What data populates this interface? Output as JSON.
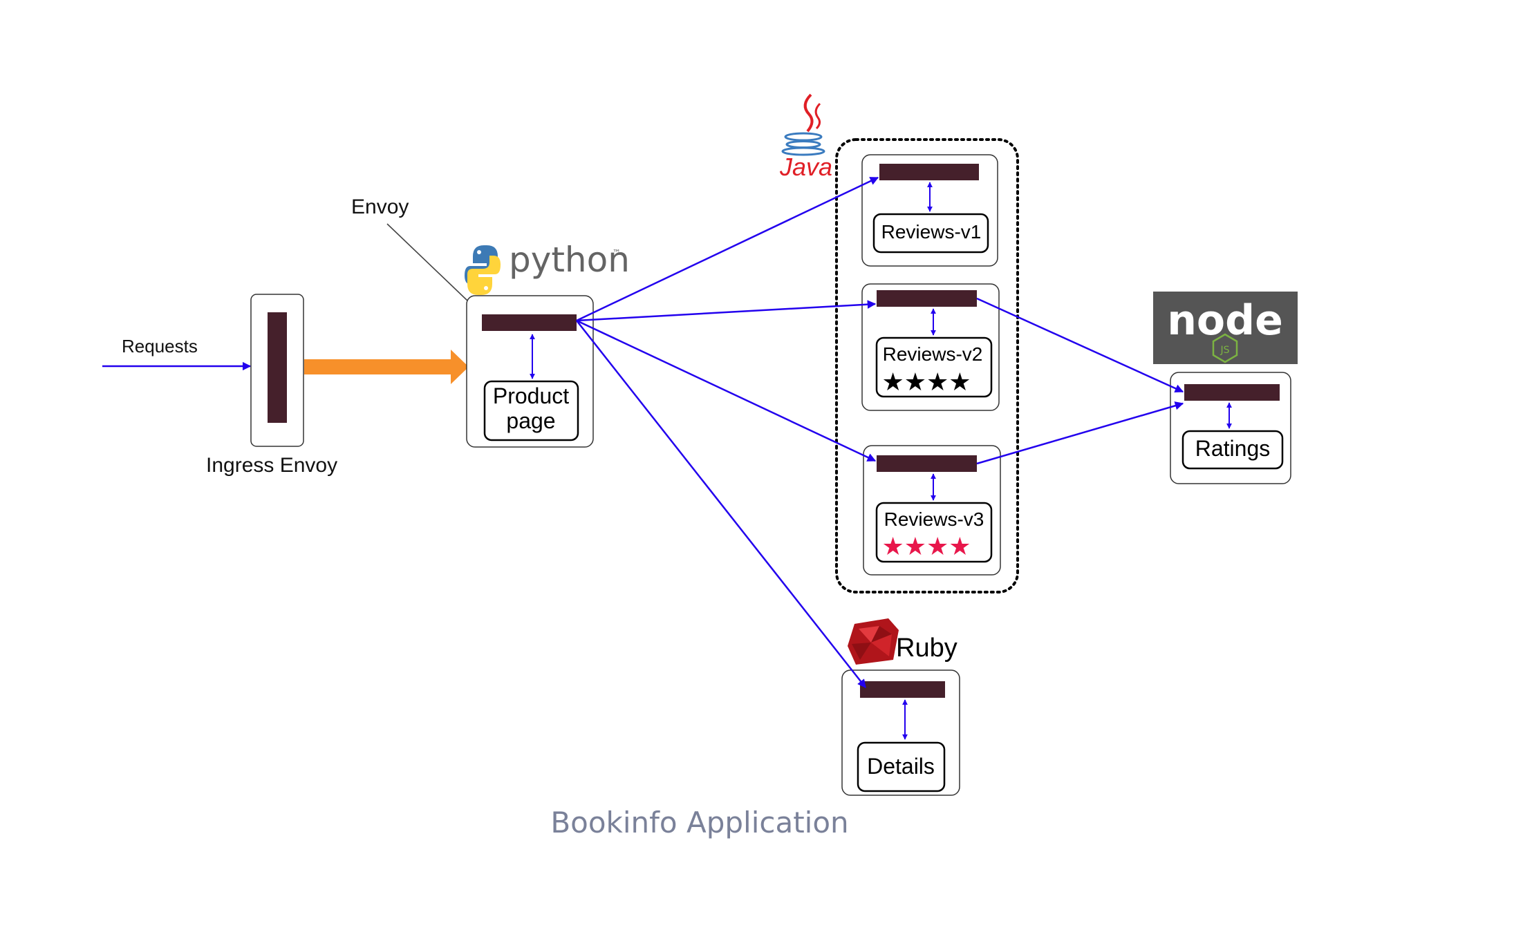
{
  "caption": "Bookinfo Application",
  "labels": {
    "requests": "Requests",
    "envoy": "Envoy",
    "ingress_envoy": "Ingress Envoy"
  },
  "services": {
    "productpage": "Product page",
    "productpage_line1": "Product",
    "productpage_line2": "page",
    "reviews_v1": "Reviews-v1",
    "reviews_v2": "Reviews-v2",
    "reviews_v3": "Reviews-v3",
    "ratings": "Ratings",
    "details": "Details"
  },
  "stars": {
    "reviews_v2": "★★★★",
    "reviews_v3": "★★★★"
  },
  "logos": {
    "python": "python",
    "python_tm": "™",
    "java": "Java",
    "ruby": "Ruby",
    "node": "node",
    "node_js": "JS"
  },
  "colors": {
    "arrow": "#2200ee",
    "sidecar": "#45202b",
    "ingress_arrow": "#f7902a",
    "black_stars": "#000000",
    "red_stars": "#e8174b",
    "caption": "#7a8199",
    "java": "#e01f26",
    "ruby": "#b0151b",
    "node_bg": "#555555",
    "node_green": "#7cb342"
  }
}
